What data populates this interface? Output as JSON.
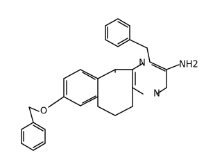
{
  "structure": {
    "atoms": {
      "N1": "N",
      "N4": "N",
      "NH2": "NH2",
      "O": "O"
    },
    "colors": {
      "bond": "#000000",
      "label": "#000000",
      "background": "#ffffff"
    }
  }
}
